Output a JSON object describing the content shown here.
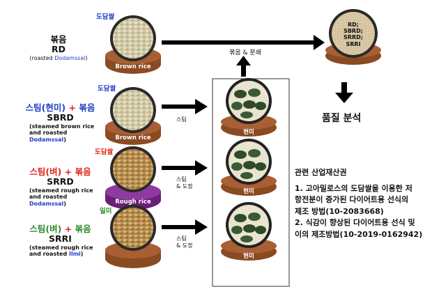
{
  "colors": {
    "blue": "#1f3fc4",
    "red": "#e3231b",
    "green": "#2e8b2e",
    "brown": "#8a4a22",
    "purple": "#7a2a8a",
    "leaf": "#2f4a2a"
  },
  "rice_tags": {
    "rd": "도담쌀",
    "sbrd": "도담쌀",
    "srrd": "도담쌀",
    "srri": "일미"
  },
  "methods": [
    {
      "ko": "볶음",
      "code": "RD",
      "desc1": "(roasted ",
      "variety": "Dodamssal",
      "desc2": ")"
    },
    {
      "ko_a": "스팀(현미)",
      "ko_b": "볶음",
      "code": "SBRD",
      "desc1": "(steamed brown rice",
      "desc2": "and roasted ",
      "variety": "Dodamssal",
      "desc3": ")"
    },
    {
      "ko_a": "스팀(벼)",
      "ko_b": "볶음",
      "code": "SRRD",
      "desc1": "(steamed rough rice",
      "desc2": "and roasted ",
      "variety": "Dodamssal",
      "desc3": ")"
    },
    {
      "ko_a": "스팀(벼)",
      "ko_b": "볶음",
      "code": "SRRI",
      "desc1": "(steamed rough rice",
      "desc2": "and roasted ",
      "variety": "Ilmi",
      "desc3": ")"
    }
  ],
  "plus": "+",
  "bowl_labels": {
    "brown_rice_1": "Brown rice",
    "brown_rice_2": "Brown rice",
    "rough_rice": "Rough rice",
    "steamed_1": "현미",
    "steamed_2": "현미",
    "steamed_3": "현미"
  },
  "arrow_labels": {
    "steam": "스팀",
    "steam_2": "스팀",
    "threshing_2": "& 도정",
    "steam_3": "스팀",
    "threshing_3": "& 도정",
    "roast_grind": "볶음 & 분쇄"
  },
  "result_bowl": [
    "RD;",
    "SBRD;",
    "SRRD;",
    "SRRI"
  ],
  "quality": "품질 분석",
  "ip": {
    "heading": "관련 산업재산권",
    "line1": "1. 고아밀로스의 도담쌀을 이용한 저",
    "line2": "항전분이 증가된 다이어트용 선식의",
    "line3": "제조 방법(10-2083668)",
    "line4": "2. 식감이 향상된 다이어트용 선식 및",
    "line5": "이의 제조방법(10-2019-0162942)"
  }
}
